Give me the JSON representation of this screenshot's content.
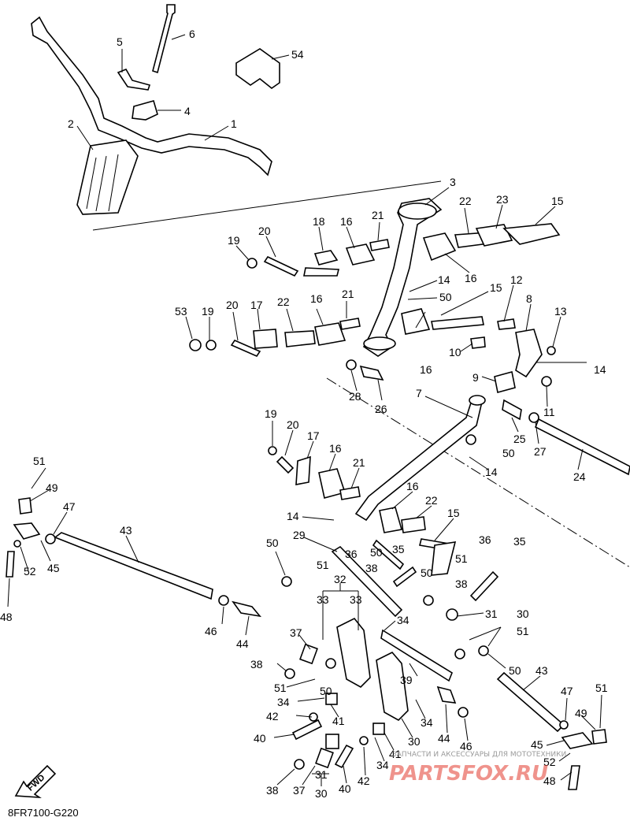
{
  "diagram": {
    "drawing_code": "8FR7100-G220",
    "direction_label": "FWD",
    "watermark_caption": "ЗАПЧАСТИ И АКСЕССУАРЫ ДЛЯ МОТОТЕХНИКИ",
    "watermark_brand": "PARTSFOX.RU",
    "callouts": [
      "1",
      "2",
      "3",
      "4",
      "5",
      "6",
      "7",
      "8",
      "9",
      "10",
      "11",
      "12",
      "13",
      "14",
      "15",
      "16",
      "17",
      "18",
      "19",
      "20",
      "21",
      "22",
      "23",
      "24",
      "25",
      "26",
      "27",
      "28",
      "29",
      "30",
      "31",
      "32",
      "33",
      "34",
      "35",
      "36",
      "37",
      "38",
      "39",
      "40",
      "41",
      "42",
      "43",
      "44",
      "45",
      "46",
      "47",
      "48",
      "49",
      "50",
      "51",
      "52",
      "53",
      "54"
    ]
  }
}
